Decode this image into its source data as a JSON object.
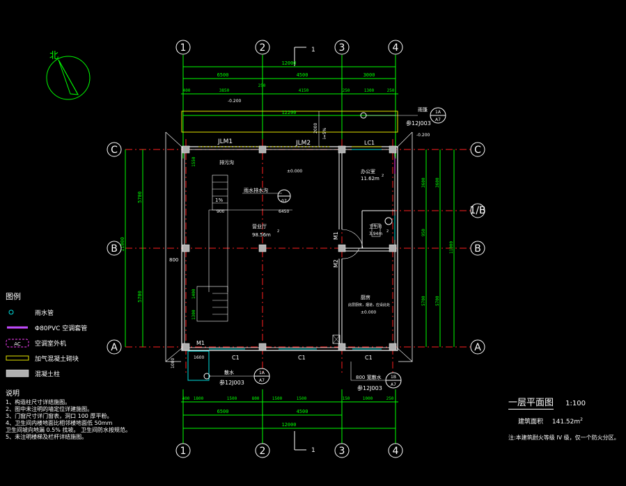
{
  "colors": {
    "background": "#000000",
    "grid_green": "#00ff00",
    "axis_red": "#ff2020",
    "wall_white": "#ffffff",
    "window_yellow": "#e6e600",
    "pipe_magenta": "#ff40ff",
    "column_gray": "#b0b0b0"
  },
  "north": {
    "label": "北"
  },
  "axes": {
    "vertical": [
      "1",
      "2",
      "3",
      "4"
    ],
    "horizontal": [
      "C",
      "1/B",
      "B",
      "A"
    ]
  },
  "dims": {
    "total": "12000",
    "section_mark": "1",
    "top_row1": [
      "6500",
      "4500",
      "3000"
    ],
    "top_row2": [
      "400",
      "3850",
      "250",
      "4150",
      "250",
      "1300",
      "250"
    ],
    "bottom_row1": [
      "400",
      "1800",
      "1500",
      "800",
      "1500",
      "1500",
      "150",
      "1000",
      "250"
    ],
    "bottom_row2": [
      "6500",
      "4500"
    ],
    "bottom_total": "12000",
    "left_outer": "11000",
    "left_parts": [
      "5700",
      "5700"
    ],
    "right_outer": "11000",
    "right_parts": [
      "3600",
      "5700"
    ],
    "right_inner": [
      "3600",
      "950",
      "5700"
    ],
    "level_top": "-0.200",
    "level_right": "-0.200",
    "canopy": "12200",
    "canopy_depth": "2000",
    "canopy_slope": "i=5%"
  },
  "labels": {
    "jlm1": "JLM1",
    "jlm2": "JLM2",
    "lc1": "LC1",
    "room_main": "营业厅",
    "room_main_area": "98.56m",
    "room_main_area_sup": "2",
    "room_office": "办公室",
    "room_office_area": "11.62m",
    "room_office_area_sup": "2",
    "room_toilet": "卫生间",
    "room_toilet_area": "3.94m",
    "room_toilet_area_sup": "2",
    "room_kitchen": "厨房",
    "room_kitchen_note": "此层厨房，烟道，应设此处",
    "room_kitchen_level": "±0.000",
    "elev_main": "±0.000",
    "ramp": "排污沟",
    "ramp_slope": "1%",
    "ramp_dim": "6450",
    "ramp_900": "900",
    "gutter": "雨水排水沟",
    "gutter_ref": "07",
    "door_m1": "M1",
    "door_m2": "M2",
    "door_m1_bottom": "M1",
    "window_c1a": "C1",
    "window_c1b": "C1",
    "window_c1c": "C1",
    "w1600": "1600",
    "w800": "800",
    "w1000": "1000",
    "stair_top": "1550",
    "stair_mid": "1400",
    "stair_low": "1300",
    "bottom_ref": "参12J003",
    "bottom_ref_label": "散水",
    "bottom_right_ref": "参12J003",
    "bottom_right_label": "800 宽散水",
    "top_ref": "参12J003",
    "top_ref_label": "雨篷",
    "detail_1a": "1A",
    "detail_a7": "A7",
    "detail_1b": "1B",
    "detail_a7b": "A7",
    "detail_1a2": "1A",
    "detail_a72": "A7"
  },
  "legend": {
    "title": "图例",
    "items": [
      {
        "icon": "rain-pipe-icon",
        "label": "雨水管"
      },
      {
        "icon": "ac-pipe-icon",
        "label": "Φ80PVC 空调套管"
      },
      {
        "icon": "ac-unit-icon",
        "label": "空调室外机",
        "unit_text": "AC"
      },
      {
        "icon": "block-wall-icon",
        "label": "加气混凝土砌块"
      },
      {
        "icon": "concrete-column-icon",
        "label": "混凝土柱"
      }
    ]
  },
  "notes": {
    "title": "说明",
    "lines": [
      "1、构造柱尺寸详结施图。",
      "2、图中未注明的墙定位详建施图。",
      "3、门窗尺寸详门窗表，洞口 100 厚平粉。",
      "4、卫生间内楼地面比相邻楼地面低 50mm",
      "   卫生间坡向地漏 0.5% 找坡。    卫生间防水按规范。",
      "5、未注明楼梯及栏杆详结施图。"
    ]
  },
  "title_block": {
    "title": "一层平面图",
    "scale": "1:100",
    "area_label": "建筑面积",
    "area_value": "141.52m",
    "area_sup": "2",
    "note": "注:本建筑耐火等级 IV 级，仅一个防火分区。"
  }
}
